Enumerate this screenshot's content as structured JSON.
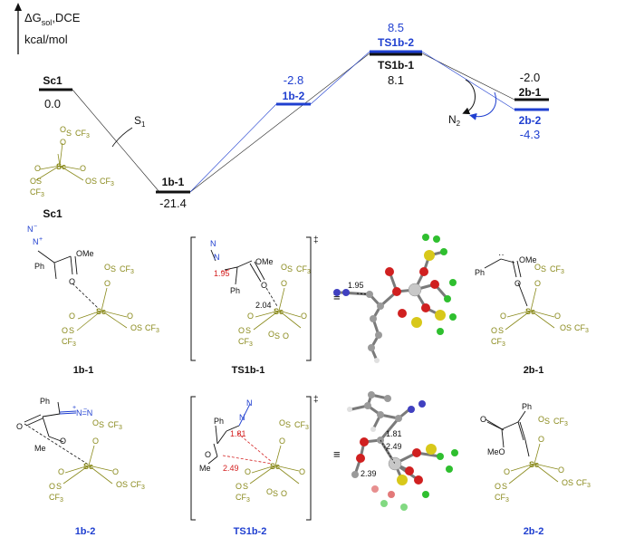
{
  "colors": {
    "black": "#111111",
    "blue": "#1f3fd0",
    "olive": "#8a8a1c",
    "red": "#d42020",
    "grey_atom": "#9a9a9a",
    "sc_atom": "#c8c8c8",
    "o_atom": "#d02020",
    "s_atom": "#d8c81a",
    "f_atom": "#2fbf2f",
    "n_atom": "#4040c0"
  },
  "energy_axis": {
    "label_line1": "ΔG",
    "label_sub": "sol",
    "label_line1_tail": ",DCE",
    "label_line2": "kcal/mol"
  },
  "levels": {
    "sc1": {
      "name": "Sc1",
      "value": "0.0"
    },
    "b11": {
      "name": "1b-1",
      "value": "-21.4"
    },
    "b12": {
      "name": "1b-2",
      "value": "-2.8"
    },
    "ts12": {
      "name": "TS1b-2",
      "value": "8.5"
    },
    "ts11": {
      "name": "TS1b-1",
      "value": "8.1"
    },
    "b21": {
      "name": "2b-1",
      "value": "-2.0"
    },
    "b22": {
      "name": "2b-2",
      "value": "-4.3"
    },
    "s1_label": "S",
    "s1_sub": "1",
    "n2_label": "N",
    "n2_sub": "2"
  },
  "sc1_structure": {
    "caption": "Sc1",
    "center": "Sc",
    "o": "O",
    "s": "S",
    "cf3": "CF",
    "cf3_sub": "3"
  },
  "row1": {
    "captions": [
      "1b-1",
      "TS1b-1",
      "2b-1"
    ],
    "ome": "OMe",
    "ph": "Ph",
    "n": "N",
    "plus": "+",
    "minus": "−",
    "dist_red": "1.95",
    "dist_black": "2.04",
    "dist_3d": "1.95",
    "ddagger": "‡",
    "equiv": "≡"
  },
  "row2": {
    "captions": [
      "1b-2",
      "TS1b-2",
      "2b-2"
    ],
    "me": "Me",
    "meo": "MeO",
    "ph": "Ph",
    "dist_red_1": "1.81",
    "dist_red_2": "2.49",
    "dist_3d_1": "1.81",
    "dist_3d_2": "2.49",
    "dist_3d_3": "2.39",
    "ddagger": "‡",
    "equiv": "≡"
  }
}
